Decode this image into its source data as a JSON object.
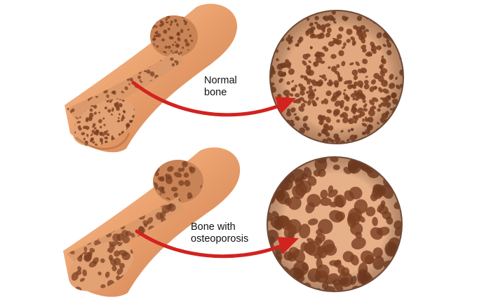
{
  "labels": {
    "normal": [
      "Normal",
      "bone"
    ],
    "osteoporosis": [
      "Bone with",
      "osteoporosis"
    ]
  },
  "colors": {
    "background": "#ffffff",
    "bone_surface": "#e9a06c",
    "bone_highlight": "#f6c79d",
    "bone_shadow": "#c57a4a",
    "spongy_base": "#d99468",
    "pore": "#7a3f22",
    "arrow": "#d2231f",
    "circle_rim": "#6e4a37",
    "label_text": "#111111"
  },
  "icons": [
    "bone-segment",
    "magnified-circle",
    "curved-arrow"
  ]
}
